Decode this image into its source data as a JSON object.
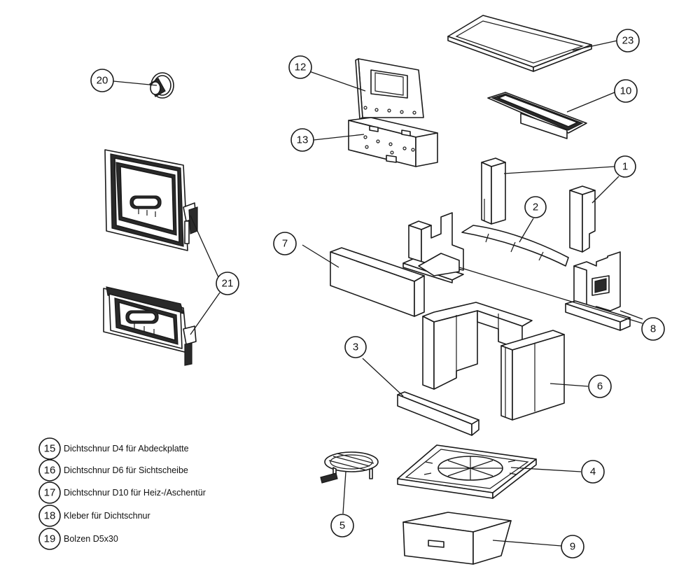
{
  "callouts": [
    {
      "id": "c1",
      "label": "1"
    },
    {
      "id": "c2",
      "label": "2"
    },
    {
      "id": "c3",
      "label": "3"
    },
    {
      "id": "c4",
      "label": "4"
    },
    {
      "id": "c5",
      "label": "5"
    },
    {
      "id": "c6",
      "label": "6"
    },
    {
      "id": "c7",
      "label": "7"
    },
    {
      "id": "c8",
      "label": "8"
    },
    {
      "id": "c9",
      "label": "9"
    },
    {
      "id": "c10",
      "label": "10"
    },
    {
      "id": "c12",
      "label": "12"
    },
    {
      "id": "c13",
      "label": "13"
    },
    {
      "id": "c20",
      "label": "20"
    },
    {
      "id": "c21",
      "label": "21"
    },
    {
      "id": "c23",
      "label": "23"
    }
  ],
  "legend": [
    {
      "number": "15",
      "text": "Dichtschnur D4 für Abdeckplatte"
    },
    {
      "number": "16",
      "text": "Dichtschnur D6 für Sichtscheibe"
    },
    {
      "number": "17",
      "text": "Dichtschnur D10 für Heiz-/Aschentür"
    },
    {
      "number": "18",
      "text": "Kleber für Dichtschnur"
    },
    {
      "number": "19",
      "text": "Bolzen D5x30"
    }
  ]
}
